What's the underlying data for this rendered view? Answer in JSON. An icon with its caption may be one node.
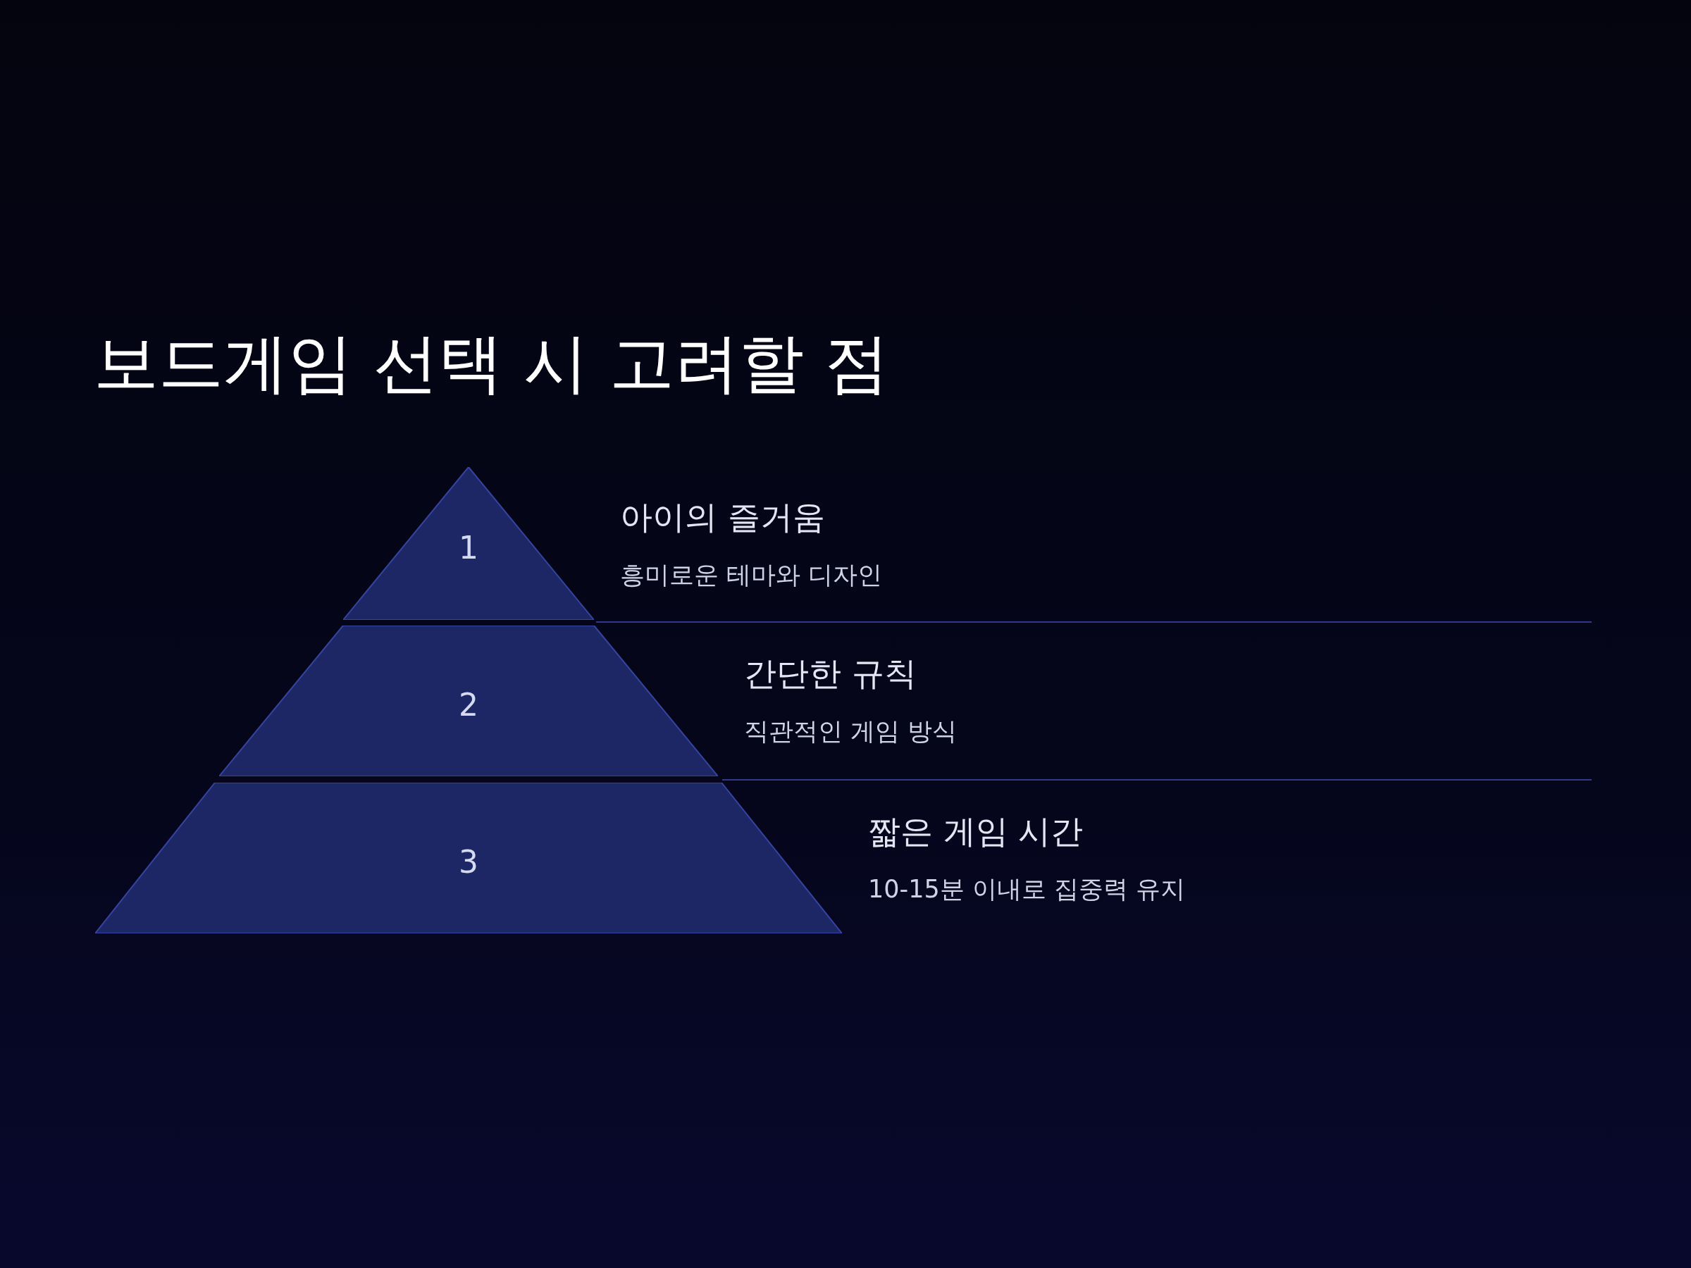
{
  "diagram": {
    "title": "보드게임 선택 시 고려할 점",
    "nodes": [
      {
        "text": [
          "1"
        ],
        "beside": [
          "아이의 즐거움",
          "흥미로운 테마와 디자인"
        ]
      },
      {
        "text": [
          "2"
        ],
        "beside": [
          "간단한 규칙",
          "직관적인 게임 방식"
        ]
      },
      {
        "text": [
          "3"
        ],
        "beside": [
          "짧은 게임 시간",
          "10-15분 이내로 집중력 유지"
        ]
      }
    ]
  }
}
